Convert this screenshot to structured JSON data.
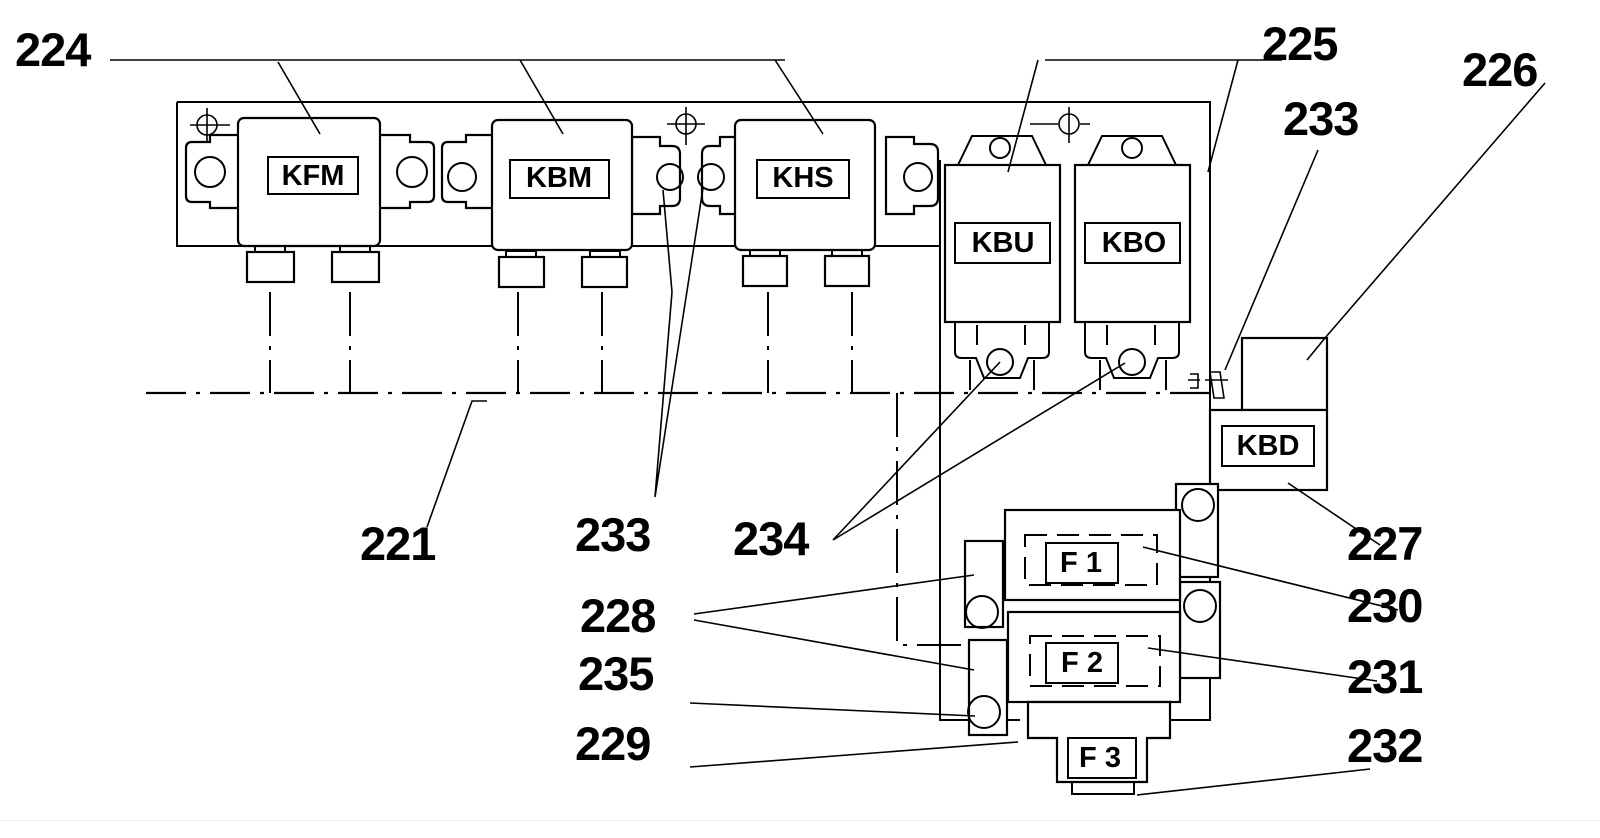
{
  "figure": {
    "description": "Patent drawing of relay and fuse carrier assembly",
    "components": {
      "kfm": "KFM",
      "kbm": "KBM",
      "khs": "KHS",
      "kbu": "KBU",
      "kbo": "KBO",
      "kbd": "KBD",
      "f1": "F 1",
      "f2": "F 2",
      "f3": "F 3"
    },
    "reference_numerals": {
      "r224": "224",
      "r225": "225",
      "r226": "226",
      "r233_top": "233",
      "r221": "221",
      "r233_mid": "233",
      "r234": "234",
      "r227": "227",
      "r228": "228",
      "r230": "230",
      "r235": "235",
      "r231": "231",
      "r229": "229",
      "r232": "232"
    }
  }
}
